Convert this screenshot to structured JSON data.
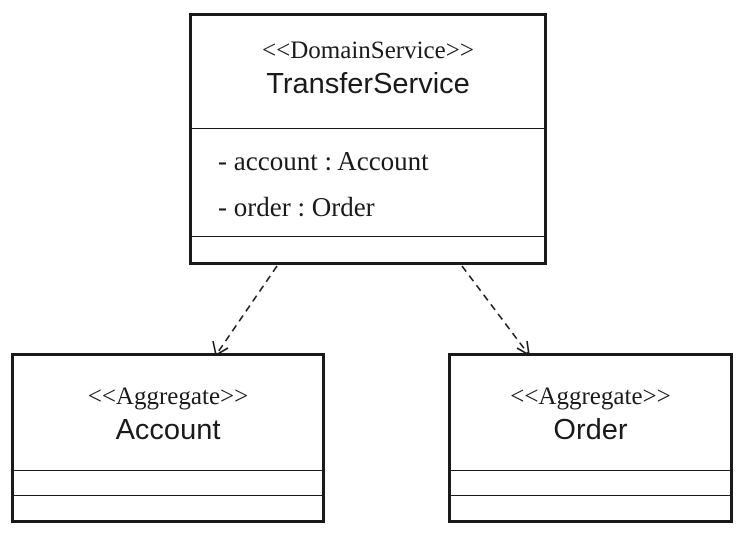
{
  "classes": {
    "transfer_service": {
      "stereotype": "<<DomainService>>",
      "name": "TransferService",
      "attributes": [
        "- account : Account",
        "- order : Order"
      ]
    },
    "account": {
      "stereotype": "<<Aggregate>>",
      "name": "Account"
    },
    "order": {
      "stereotype": "<<Aggregate>>",
      "name": "Order"
    }
  },
  "relationships": [
    {
      "type": "dependency",
      "from": "TransferService",
      "to": "Account",
      "line_style": "dashed",
      "arrowhead": "open"
    },
    {
      "type": "dependency",
      "from": "TransferService",
      "to": "Order",
      "line_style": "dashed",
      "arrowhead": "open"
    }
  ],
  "colors": {
    "line": "#1a1a1a",
    "background": "#ffffff"
  }
}
